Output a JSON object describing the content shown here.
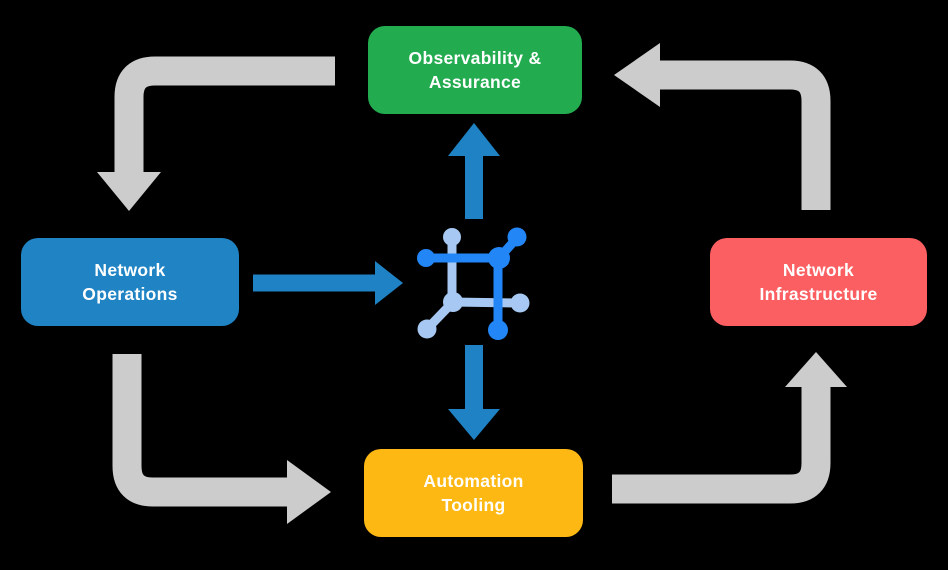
{
  "background_color": "#000000",
  "nodes": {
    "observability": {
      "line1": "Observability &",
      "line2": "Assurance",
      "color": "#22AB4F",
      "text_color": "#FFFFFF"
    },
    "operations": {
      "line1": "Network",
      "line2": "Operations",
      "color": "#1F83C4",
      "text_color": "#FFFFFF"
    },
    "infrastructure": {
      "line1": "Network",
      "line2": "Infrastructure",
      "color": "#FB5F62",
      "text_color": "#FFFFFF"
    },
    "automation": {
      "line1": "Automation",
      "line2": "Tooling",
      "color": "#FDB813",
      "text_color": "#FFFFFF"
    }
  },
  "center_icon": {
    "name": "network-mesh-icon",
    "color_dark": "#2286F6",
    "color_light": "#A6C8F2"
  },
  "arrows": {
    "gray_color": "#CCCCCC",
    "blue_color": "#1E82C4",
    "flows": [
      {
        "from": "observability",
        "to": "operations",
        "style": "gray-curved"
      },
      {
        "from": "operations",
        "to": "automation",
        "style": "gray-curved"
      },
      {
        "from": "automation",
        "to": "infrastructure",
        "style": "gray-curved"
      },
      {
        "from": "infrastructure",
        "to": "observability",
        "style": "gray-curved"
      },
      {
        "from": "operations",
        "to": "center-icon",
        "style": "blue-straight"
      },
      {
        "from": "center-icon",
        "to": "observability",
        "style": "blue-straight"
      },
      {
        "from": "center-icon",
        "to": "automation",
        "style": "blue-straight"
      }
    ]
  }
}
